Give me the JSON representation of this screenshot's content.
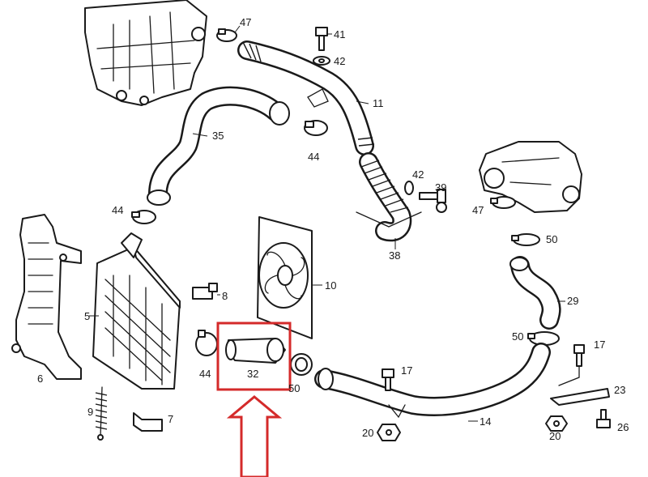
{
  "highlight_color": "#d42a2a",
  "labels": {
    "p47a": "47",
    "p41": "41",
    "p42a": "42",
    "p11": "11",
    "p44a": "44",
    "p35": "35",
    "p42b": "42",
    "p39": "39",
    "p47b": "47",
    "p50a": "50",
    "p44b": "44",
    "p38": "38",
    "p29": "29",
    "p8": "8",
    "p10": "10",
    "p5": "5",
    "p50b": "50",
    "p17a": "17",
    "p44c": "44",
    "p32": "32",
    "p50c": "50",
    "p17b": "17",
    "p23": "23",
    "p6": "6",
    "p9": "9",
    "p7": "7",
    "p20a": "20",
    "p14": "14",
    "p20b": "20",
    "p26": "26"
  }
}
